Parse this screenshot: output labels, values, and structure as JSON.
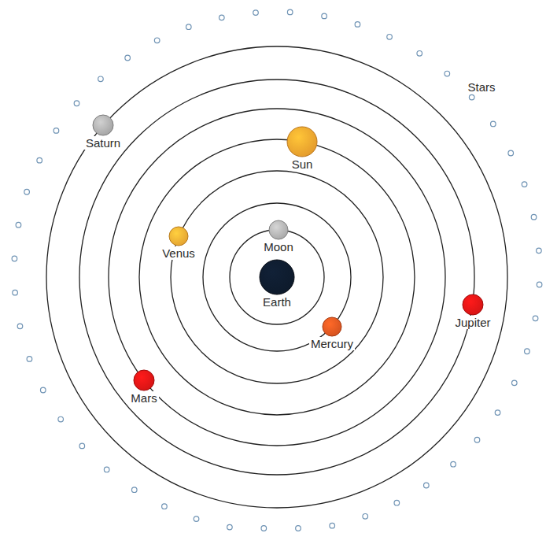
{
  "diagram": {
    "nodes": [
      {
        "text": [
          "Saturn"
        ]
      },
      {
        "text": [
          "Sun"
        ]
      },
      {
        "text": [
          "Venus"
        ]
      },
      {
        "text": [
          "Moon"
        ]
      },
      {
        "text": [
          "Earth"
        ]
      },
      {
        "text": [
          "Mercury"
        ]
      },
      {
        "text": [
          "Jupiter"
        ]
      },
      {
        "text": [
          "Mars"
        ]
      }
    ],
    "labels": [
      "Stars"
    ]
  }
}
